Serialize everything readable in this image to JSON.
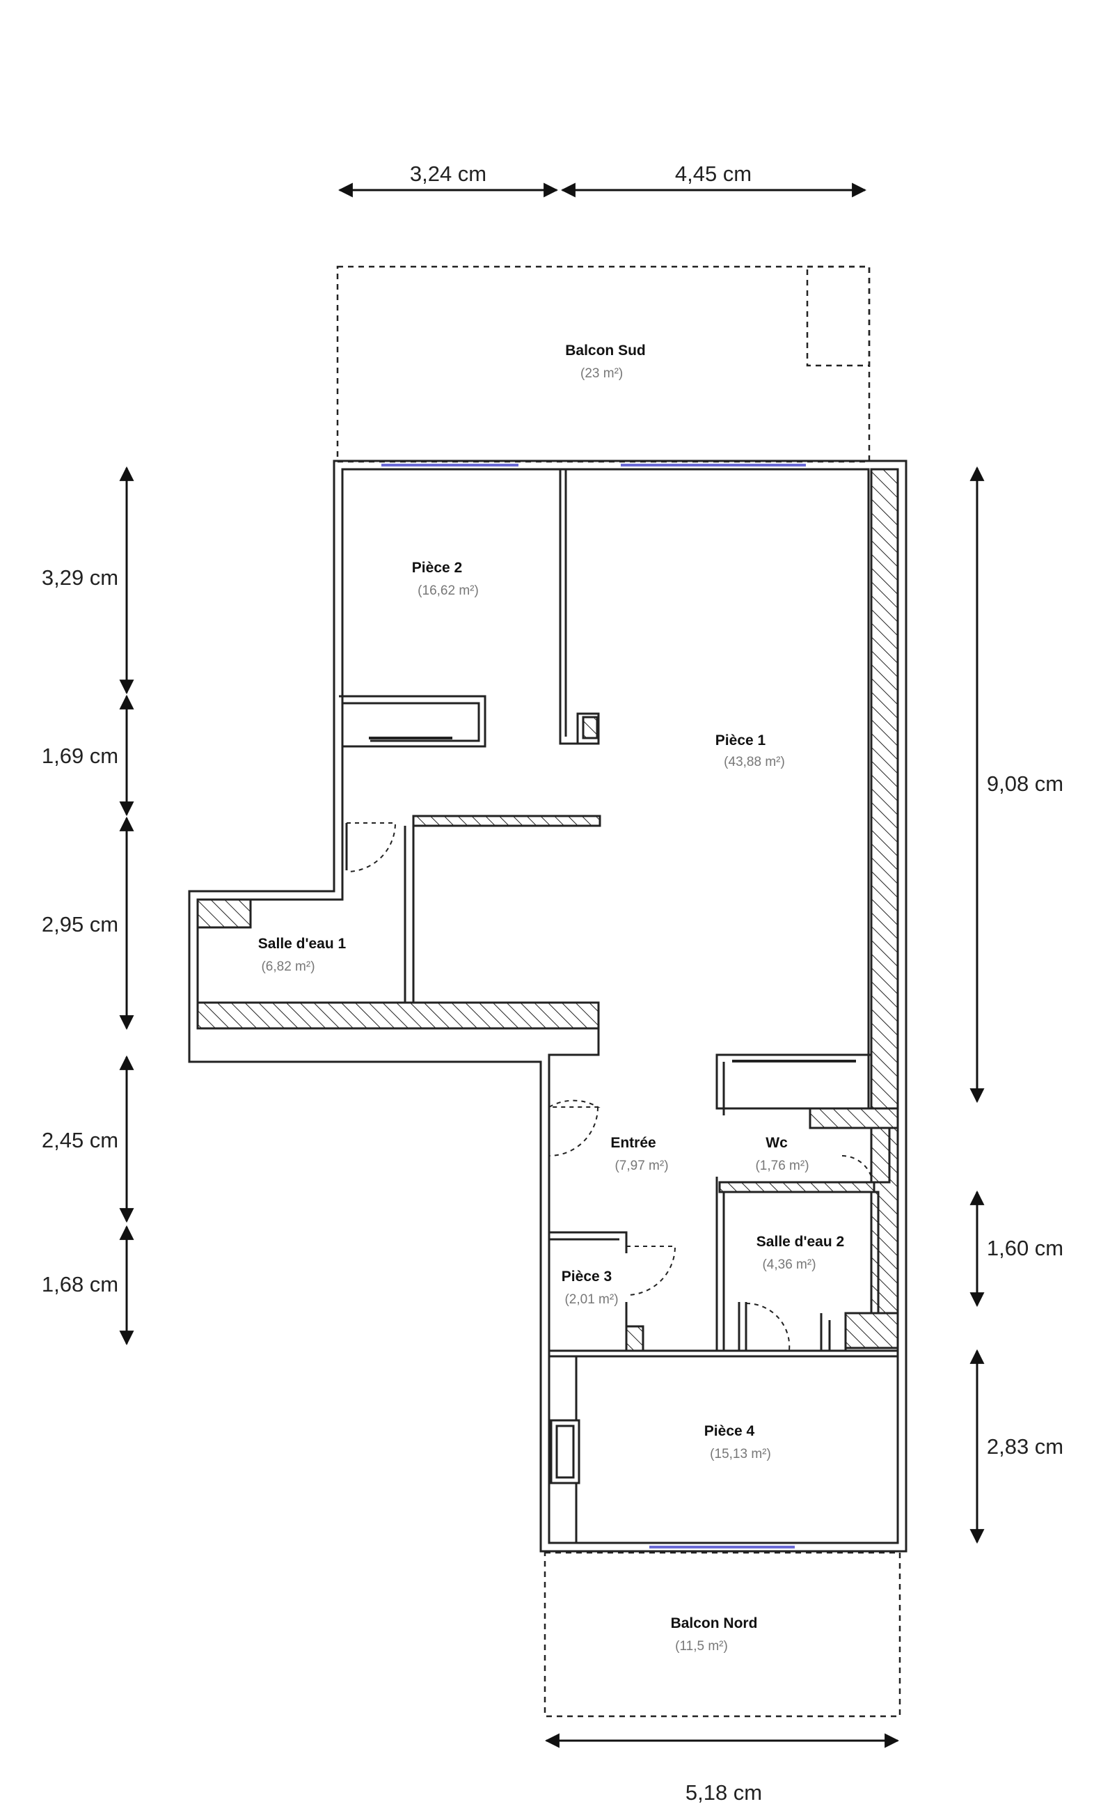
{
  "dimensions": {
    "top": [
      "3,24 cm",
      "4,45 cm"
    ],
    "left": [
      "3,29 cm",
      "1,69 cm",
      "2,95 cm",
      "2,45 cm",
      "1,68 cm"
    ],
    "right": [
      "9,08 cm",
      "1,60 cm",
      "2,83 cm"
    ],
    "bottom": [
      "5,18 cm"
    ]
  },
  "rooms": {
    "balcon_sud": {
      "name": "Balcon Sud",
      "area": "(23 m²)"
    },
    "piece_2": {
      "name": "Pièce 2",
      "area": "(16,62 m²)"
    },
    "piece_1": {
      "name": "Pièce 1",
      "area": "(43,88 m²)"
    },
    "salle_eau_1": {
      "name": "Salle d'eau 1",
      "area": "(6,82 m²)"
    },
    "entree": {
      "name": "Entrée",
      "area": "(7,97 m²)"
    },
    "wc": {
      "name": "Wc",
      "area": "(1,76 m²)"
    },
    "salle_eau_2": {
      "name": "Salle d'eau 2",
      "area": "(4,36 m²)"
    },
    "piece_3": {
      "name": "Pièce 3",
      "area": "(2,01 m²)"
    },
    "piece_4": {
      "name": "Pièce 4",
      "area": "(15,13 m²)"
    },
    "balcon_nord": {
      "name": "Balcon Nord",
      "area": "(11,5 m²)"
    }
  },
  "colors": {
    "wall": "#222222",
    "window": "#6b6bd6",
    "area_text": "#777777"
  }
}
